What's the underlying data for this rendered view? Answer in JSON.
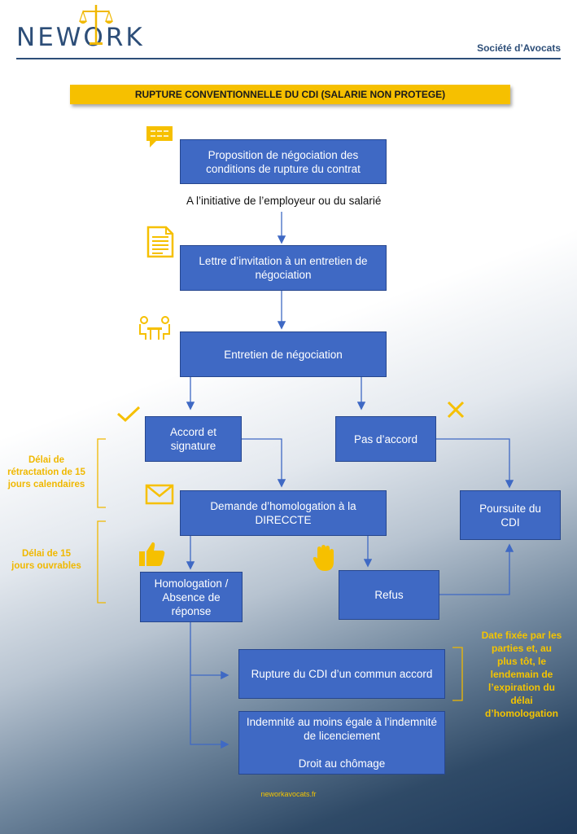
{
  "header": {
    "logo_text": "NEWORK",
    "subtitle": "Société d’Avocats"
  },
  "title": "RUPTURE CONVENTIONNELLE DU CDI (SALARIE NON PROTEGE)",
  "steps": {
    "proposition": "Proposition de négociation des conditions de rupture du contrat",
    "initiative": "A l’initiative de l’employeur ou du salarié",
    "lettre": "Lettre d’invitation à un entretien de négociation",
    "entretien": "Entretien de négociation",
    "accord": "Accord et\nsignature",
    "pas_accord": "Pas d’accord",
    "demande": "Demande d’homologation à la DIRECCTE",
    "poursuite": "Poursuite du\nCDI",
    "homologation": "Homologation /\nAbsence de\nréponse",
    "refus": "Refus",
    "rupture": "Rupture du CDI d’un commun accord",
    "indemnite": "Indemnité au moins égale à l’indemnité de licenciement\n\nDroit au chômage"
  },
  "side_labels": {
    "retractation": "Délai de\nrétractation de 15\njours calendaires",
    "ouvrables": "Délai de 15\njours ouvrables"
  },
  "right_label": "Date fixée par les\nparties et, au\nplus tôt, le\nlendemain de\nl’expiration du\ndélai\nd’homologation",
  "footer": "neworkavocats.fr",
  "colors": {
    "box": "#3f69c4",
    "accent": "#f6c000",
    "brand": "#2d4e78"
  }
}
